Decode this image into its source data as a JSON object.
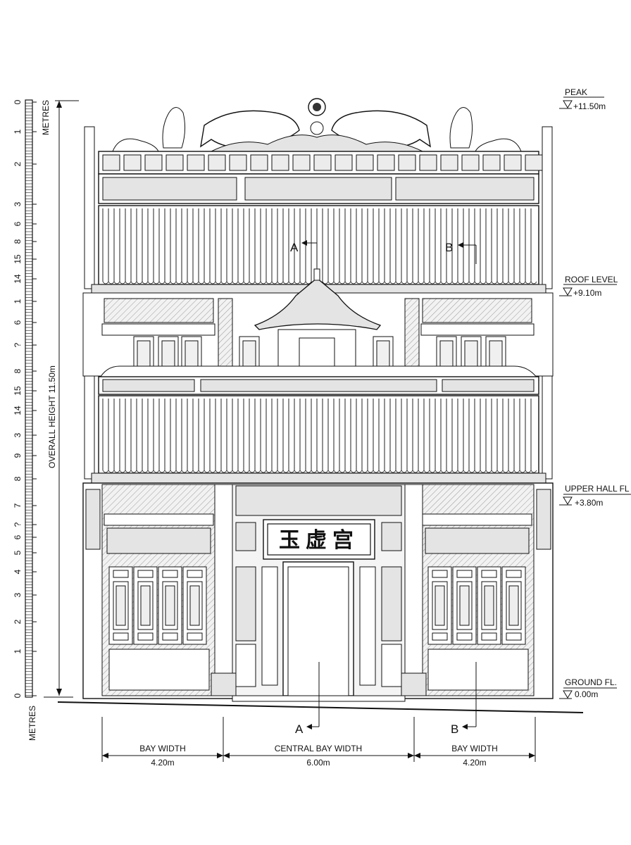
{
  "drawing": {
    "plaque_text": "玉虚宫",
    "section_markers": {
      "a": "A",
      "b": "B"
    }
  },
  "scale_bar": {
    "unit_label_top": "METRES",
    "unit_label_bottom": "METRES",
    "tick_labels": [
      "0",
      "1",
      "2",
      "3",
      "6",
      "8",
      "15",
      "14",
      "1",
      "6",
      "?",
      "8",
      "15",
      "14",
      "3",
      "9",
      "8",
      "7",
      "?",
      "6",
      "5",
      "4",
      "3",
      "2",
      "1",
      "0"
    ]
  },
  "overall_height": {
    "label": "OVERALL HEIGHT 11.50m"
  },
  "levels": [
    {
      "name": "PEAK",
      "value": "+11.50m"
    },
    {
      "name": "ROOF LEVEL",
      "value": "+9.10m"
    },
    {
      "name": "UPPER HALL FL",
      "value": "+3.80m"
    },
    {
      "name": "GROUND FL.",
      "value": "0.00m"
    }
  ],
  "dimensions": [
    {
      "label": "BAY WIDTH",
      "value": "4.20m"
    },
    {
      "label": "CENTRAL BAY WIDTH",
      "value": "6.00m"
    },
    {
      "label": "BAY WIDTH",
      "value": "4.20m"
    }
  ]
}
